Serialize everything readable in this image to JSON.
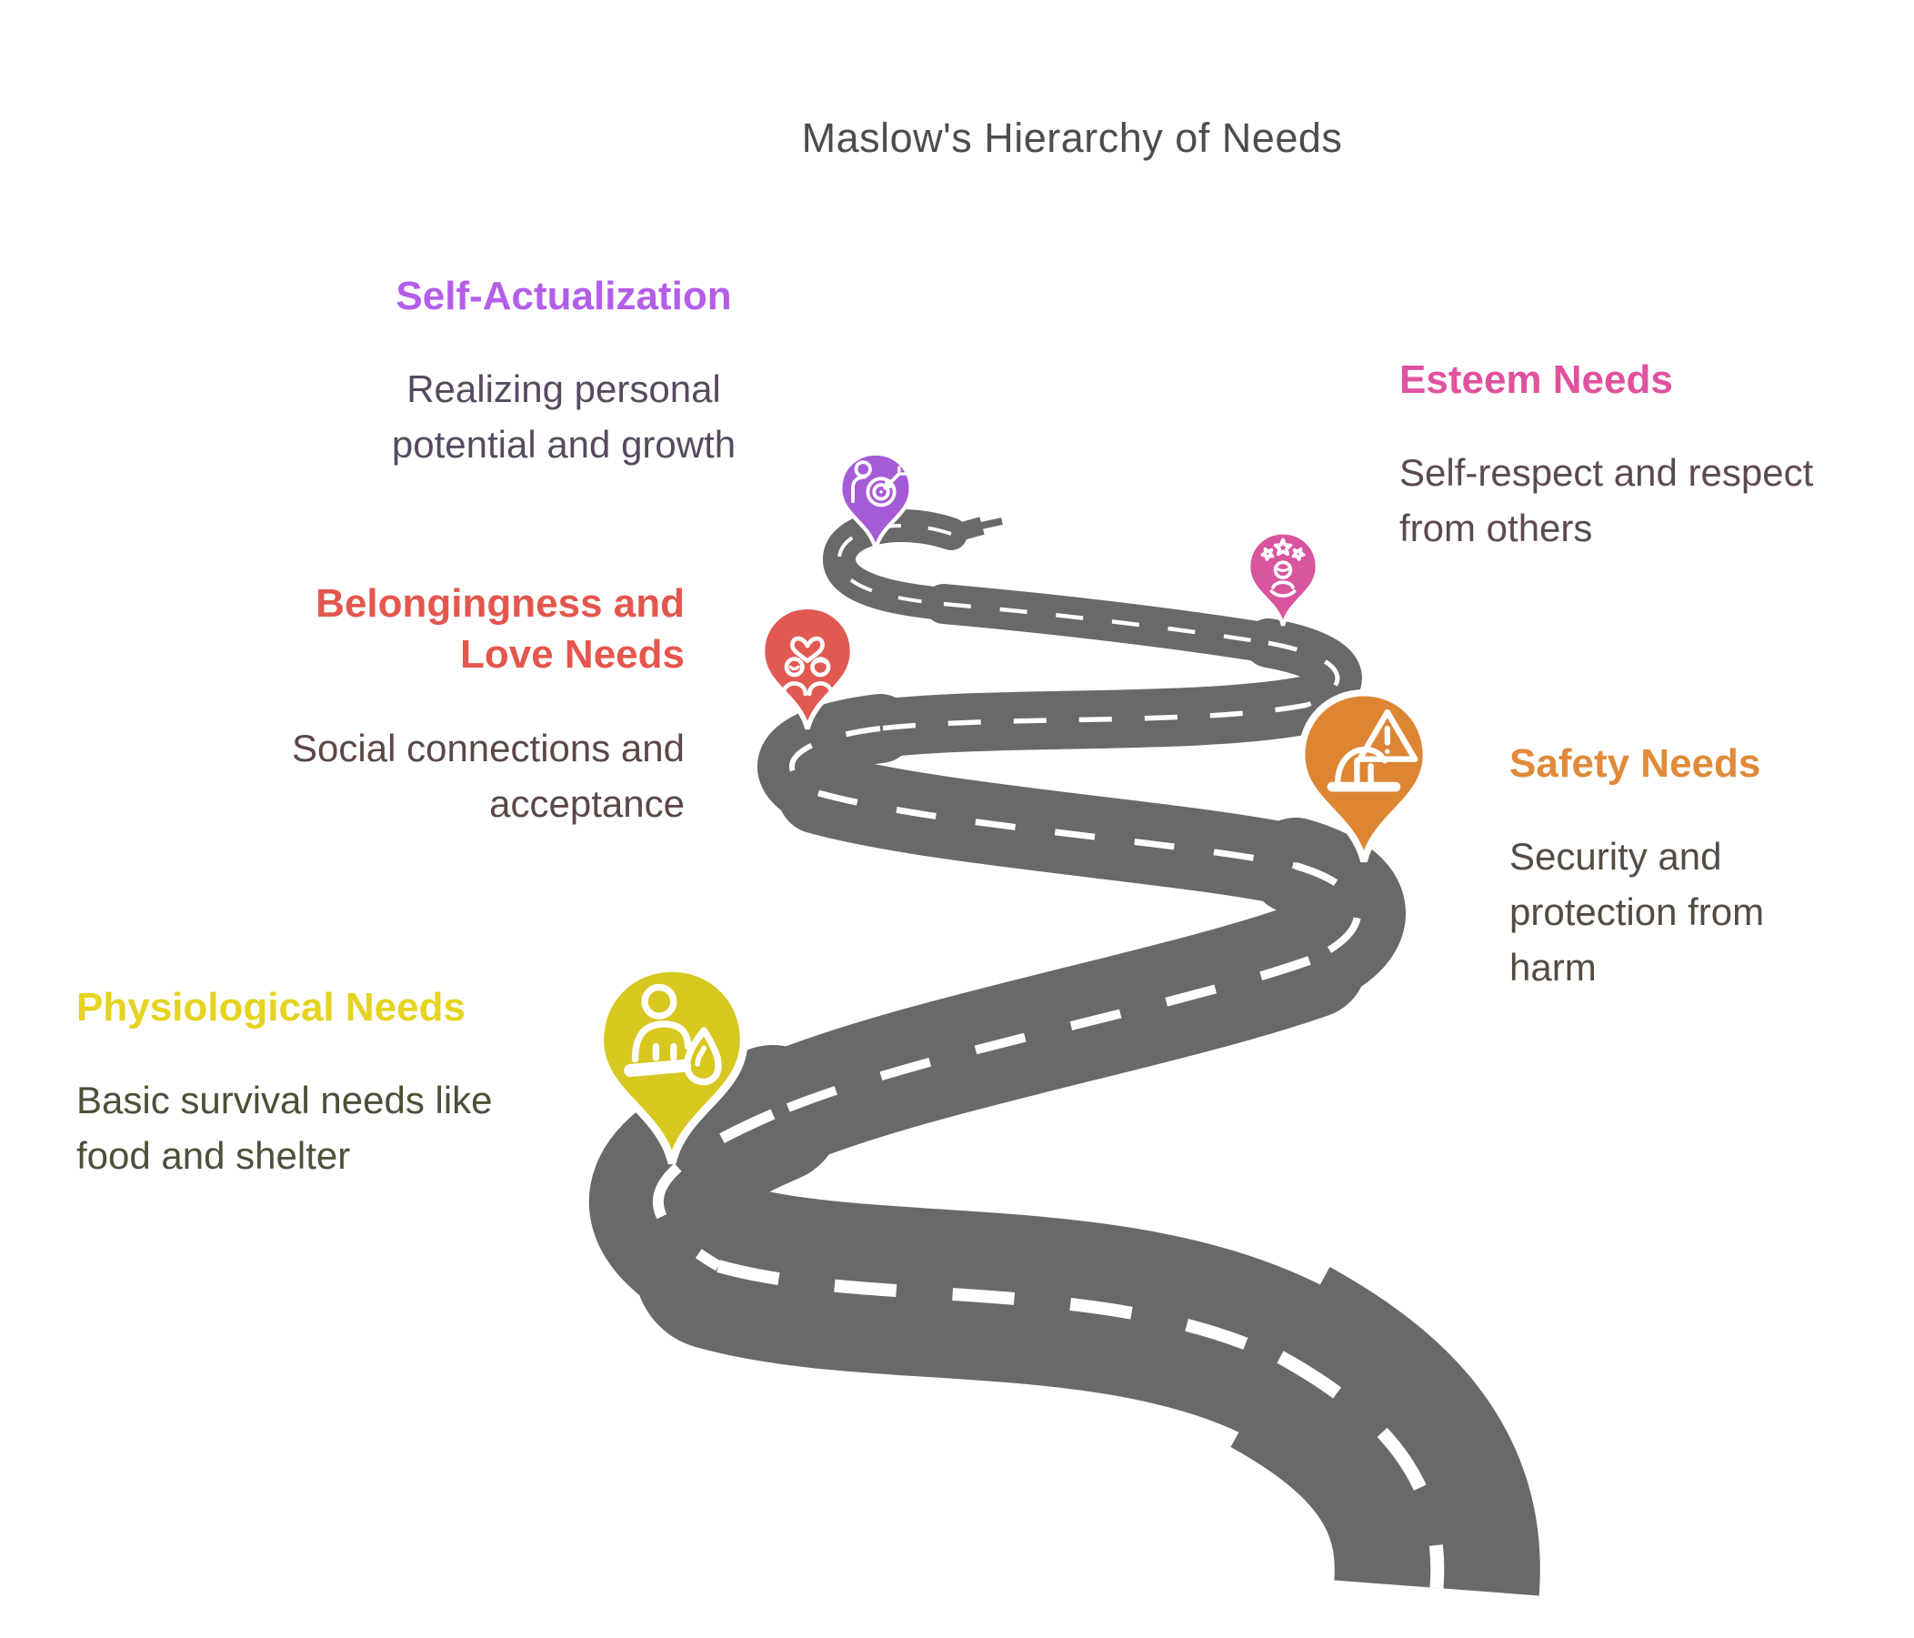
{
  "title": "Maslow's Hierarchy of Needs",
  "colors": {
    "road": "#696969",
    "road_dash": "#ffffff",
    "title_text": "#4d4d4d",
    "pin_outline": "#ffffff"
  },
  "sections": [
    {
      "id": "self_actualization",
      "heading": "Self-Actualization",
      "description": "Realizing personal potential and growth",
      "heading_color": "#b35de9",
      "pin_color": "#a55ad6",
      "description_color": "#564a5f",
      "icon": "person-target-icon"
    },
    {
      "id": "esteem",
      "heading": "Esteem Needs",
      "description": "Self-respect and respect from others",
      "heading_color": "#e0519e",
      "pin_color": "#d9549e",
      "description_color": "#5c4954",
      "icon": "person-stars-icon"
    },
    {
      "id": "belongingness",
      "heading": "Belongingness and Love Needs",
      "description": "Social connections and acceptance",
      "heading_color": "#e4564d",
      "pin_color": "#e05a52",
      "description_color": "#5c4747",
      "icon": "couple-heart-icon"
    },
    {
      "id": "safety",
      "heading": "Safety Needs",
      "description": "Security and protection from harm",
      "heading_color": "#e18a3a",
      "pin_color": "#de8534",
      "description_color": "#544b42",
      "icon": "hardhat-warning-icon"
    },
    {
      "id": "physiological",
      "heading": "Physiological Needs",
      "description": "Basic survival needs like food and shelter",
      "heading_color": "#e5d320",
      "pin_color": "#d7c71f",
      "description_color": "#4f4e37",
      "icon": "person-flame-icon"
    }
  ]
}
